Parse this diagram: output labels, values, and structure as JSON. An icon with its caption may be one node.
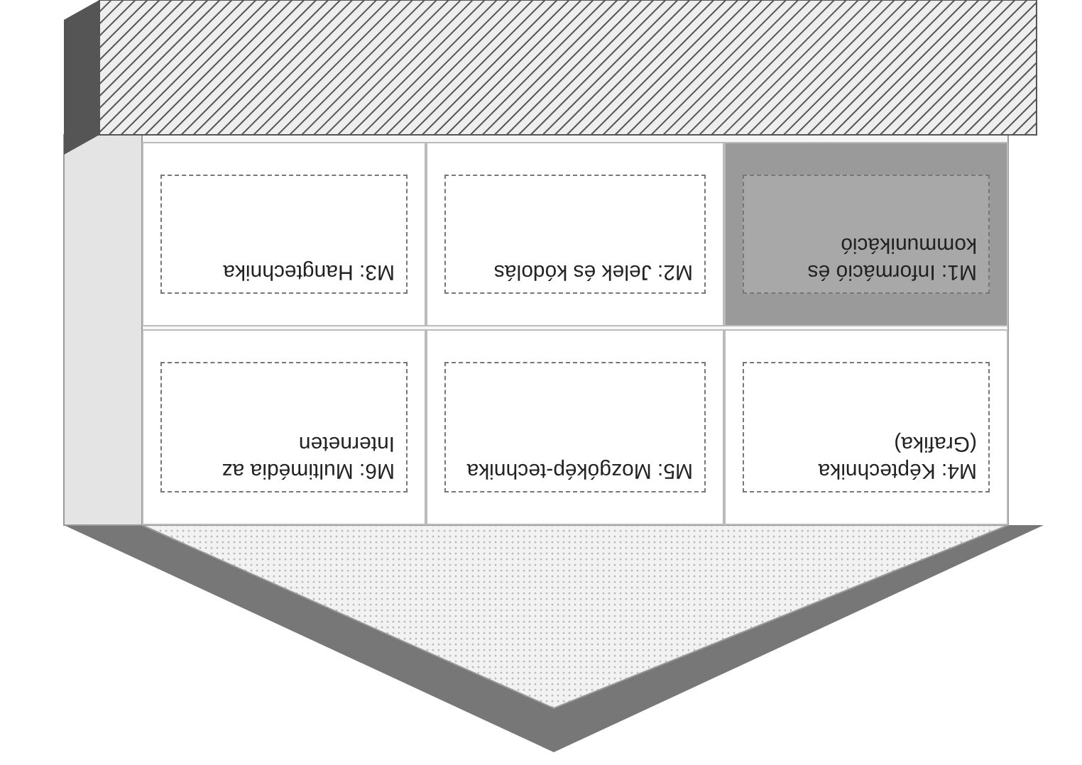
{
  "diagram": {
    "nodes": [
      {
        "text": [],
        "shape": "house"
      },
      {
        "text": [
          "M1: Információ és kommunikáció"
        ],
        "in": 0
      },
      {
        "text": [
          "M2: Jelek és kódolás"
        ],
        "in": 0
      },
      {
        "text": [
          "M3: Hangtechnika"
        ],
        "in": 0
      },
      {
        "text": [
          "M4: Képtechnika (Grafika)"
        ],
        "in": 0
      },
      {
        "text": [
          "M5: Mozgókép-technika"
        ],
        "in": 0
      },
      {
        "text": [
          "M6: Multimédia az Interneten"
        ],
        "in": 0
      }
    ]
  }
}
